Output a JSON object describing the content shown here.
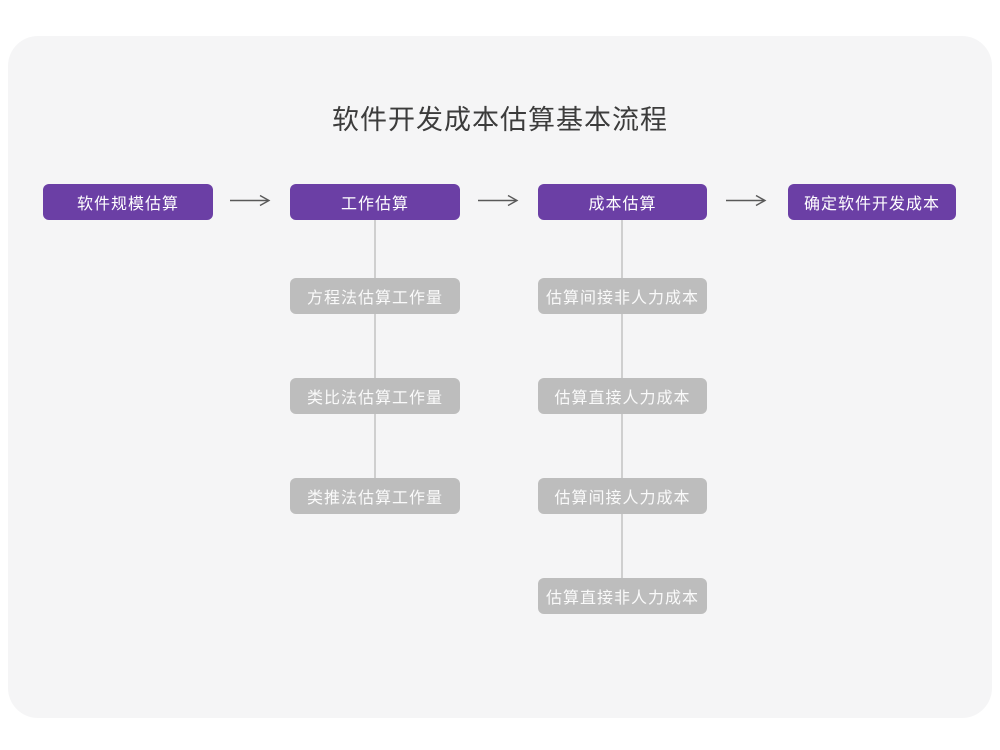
{
  "title": "软件开发成本估算基本流程",
  "colors": {
    "primary_node": "#6b3fa5",
    "secondary_node": "#bdbdbd",
    "card_background": "#f5f5f6",
    "page_background": "#ffffff",
    "connector_line": "#cfcfcf",
    "arrow": "#595959",
    "title_text": "#3c3c3c"
  },
  "flow": {
    "main_steps": [
      {
        "label": "软件规模估算"
      },
      {
        "label": "工作估算"
      },
      {
        "label": "成本估算"
      },
      {
        "label": "确定软件开发成本"
      }
    ],
    "work_estimation_methods": [
      "方程法估算工作量",
      "类比法估算工作量",
      "类推法估算工作量"
    ],
    "cost_estimation_steps": [
      "估算间接非人力成本",
      "估算直接人力成本",
      "估算间接人力成本",
      "估算直接非人力成本"
    ]
  }
}
